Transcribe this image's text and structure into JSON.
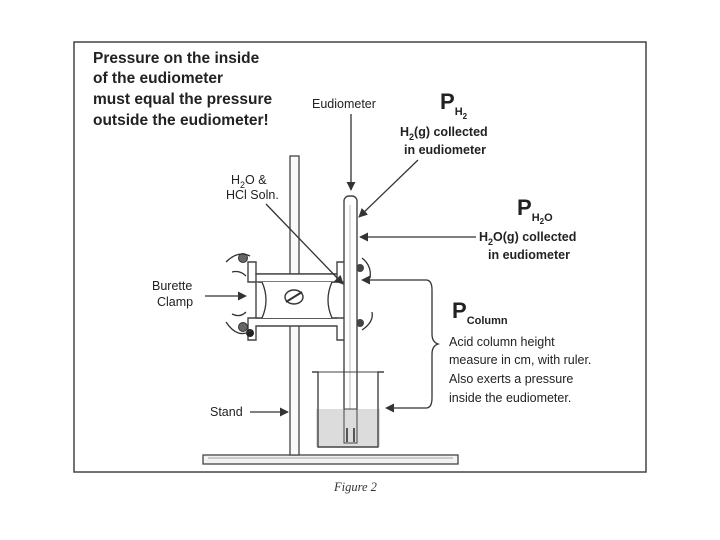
{
  "heading": {
    "line1": "Pressure on the inside",
    "line2": "of the eudiometer",
    "line3": "must equal the pressure",
    "line4": "outside the eudiometer!"
  },
  "labels": {
    "eudiometer": "Eudiometer",
    "h2o_hcl_line1": "H",
    "h2o_hcl_sub": "2",
    "h2o_hcl_line1_rest": "O &",
    "h2o_hcl_line2": "HCl Soln.",
    "burette_line1": "Burette",
    "burette_line2": "Clamp",
    "stand": "Stand"
  },
  "p_h2": {
    "symbol": "P",
    "subscript": "H",
    "sub_sub": "2",
    "line1_pre": "H",
    "line1_sub": "2",
    "line1_post": "(g) collected",
    "line2": "in eudiometer"
  },
  "p_h2o": {
    "symbol": "P",
    "subscript": "H",
    "sub_sub": "2",
    "subscript_end": "O",
    "line1_pre": "H",
    "line1_sub": "2",
    "line1_post": "O(g) collected",
    "line2": "in eudiometer"
  },
  "p_column": {
    "symbol": "P",
    "subscript": "Column",
    "line1": "Acid column height",
    "line2": "measure in cm, with ruler.",
    "line3": "Also exerts a pressure",
    "line4": "inside the eudiometer."
  },
  "caption": "Figure 2"
}
